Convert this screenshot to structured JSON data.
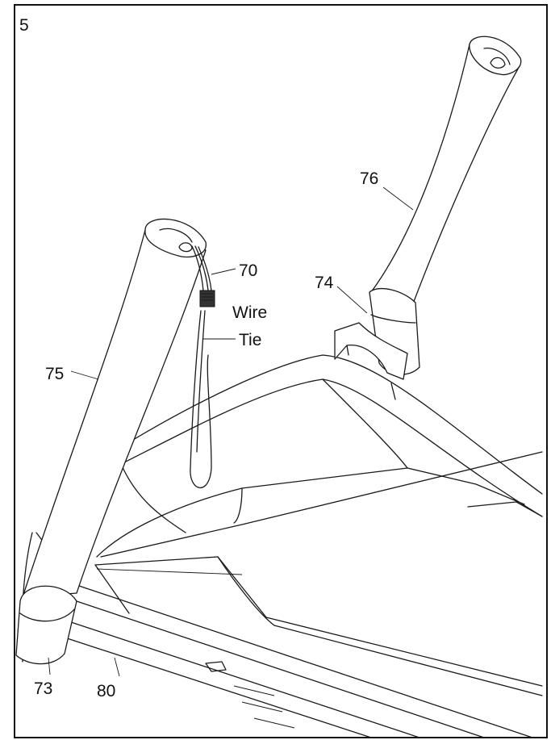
{
  "step_number": "5",
  "labels": {
    "l70": "70",
    "l73": "73",
    "l74": "74",
    "l75": "75",
    "l76": "76",
    "l80": "80",
    "wire": "Wire",
    "tie": "Tie"
  }
}
